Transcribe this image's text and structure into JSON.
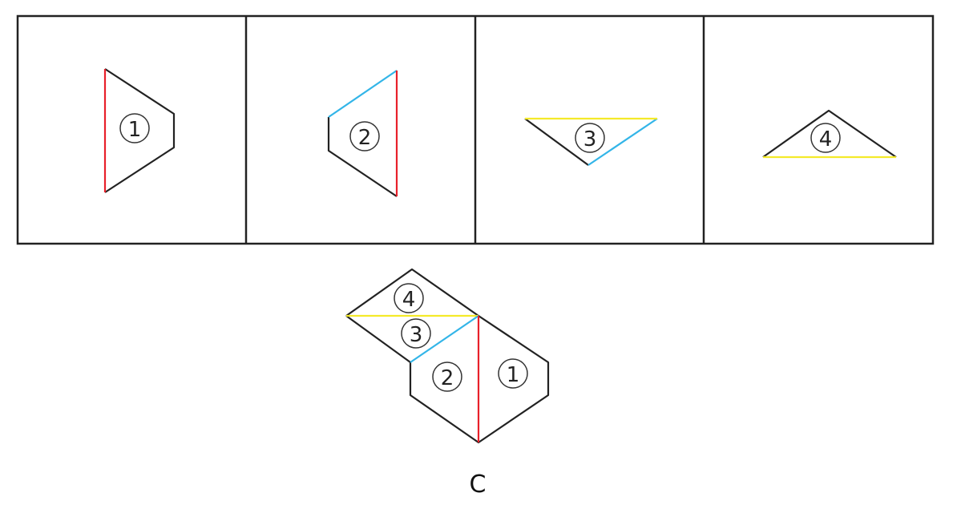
{
  "colors": {
    "outline": "#222222",
    "edge_red": "#e8202a",
    "edge_blue": "#33b5e8",
    "edge_yellow": "#f4ea2a",
    "background": "#ffffff"
  },
  "pieces": [
    {
      "id": "1",
      "label": "①"
    },
    {
      "id": "2",
      "label": "②"
    },
    {
      "id": "3",
      "label": "③"
    },
    {
      "id": "4",
      "label": "④"
    }
  ],
  "assembly": {
    "labels": [
      "④",
      "③",
      "②",
      "①"
    ],
    "answer_letter": "C"
  }
}
